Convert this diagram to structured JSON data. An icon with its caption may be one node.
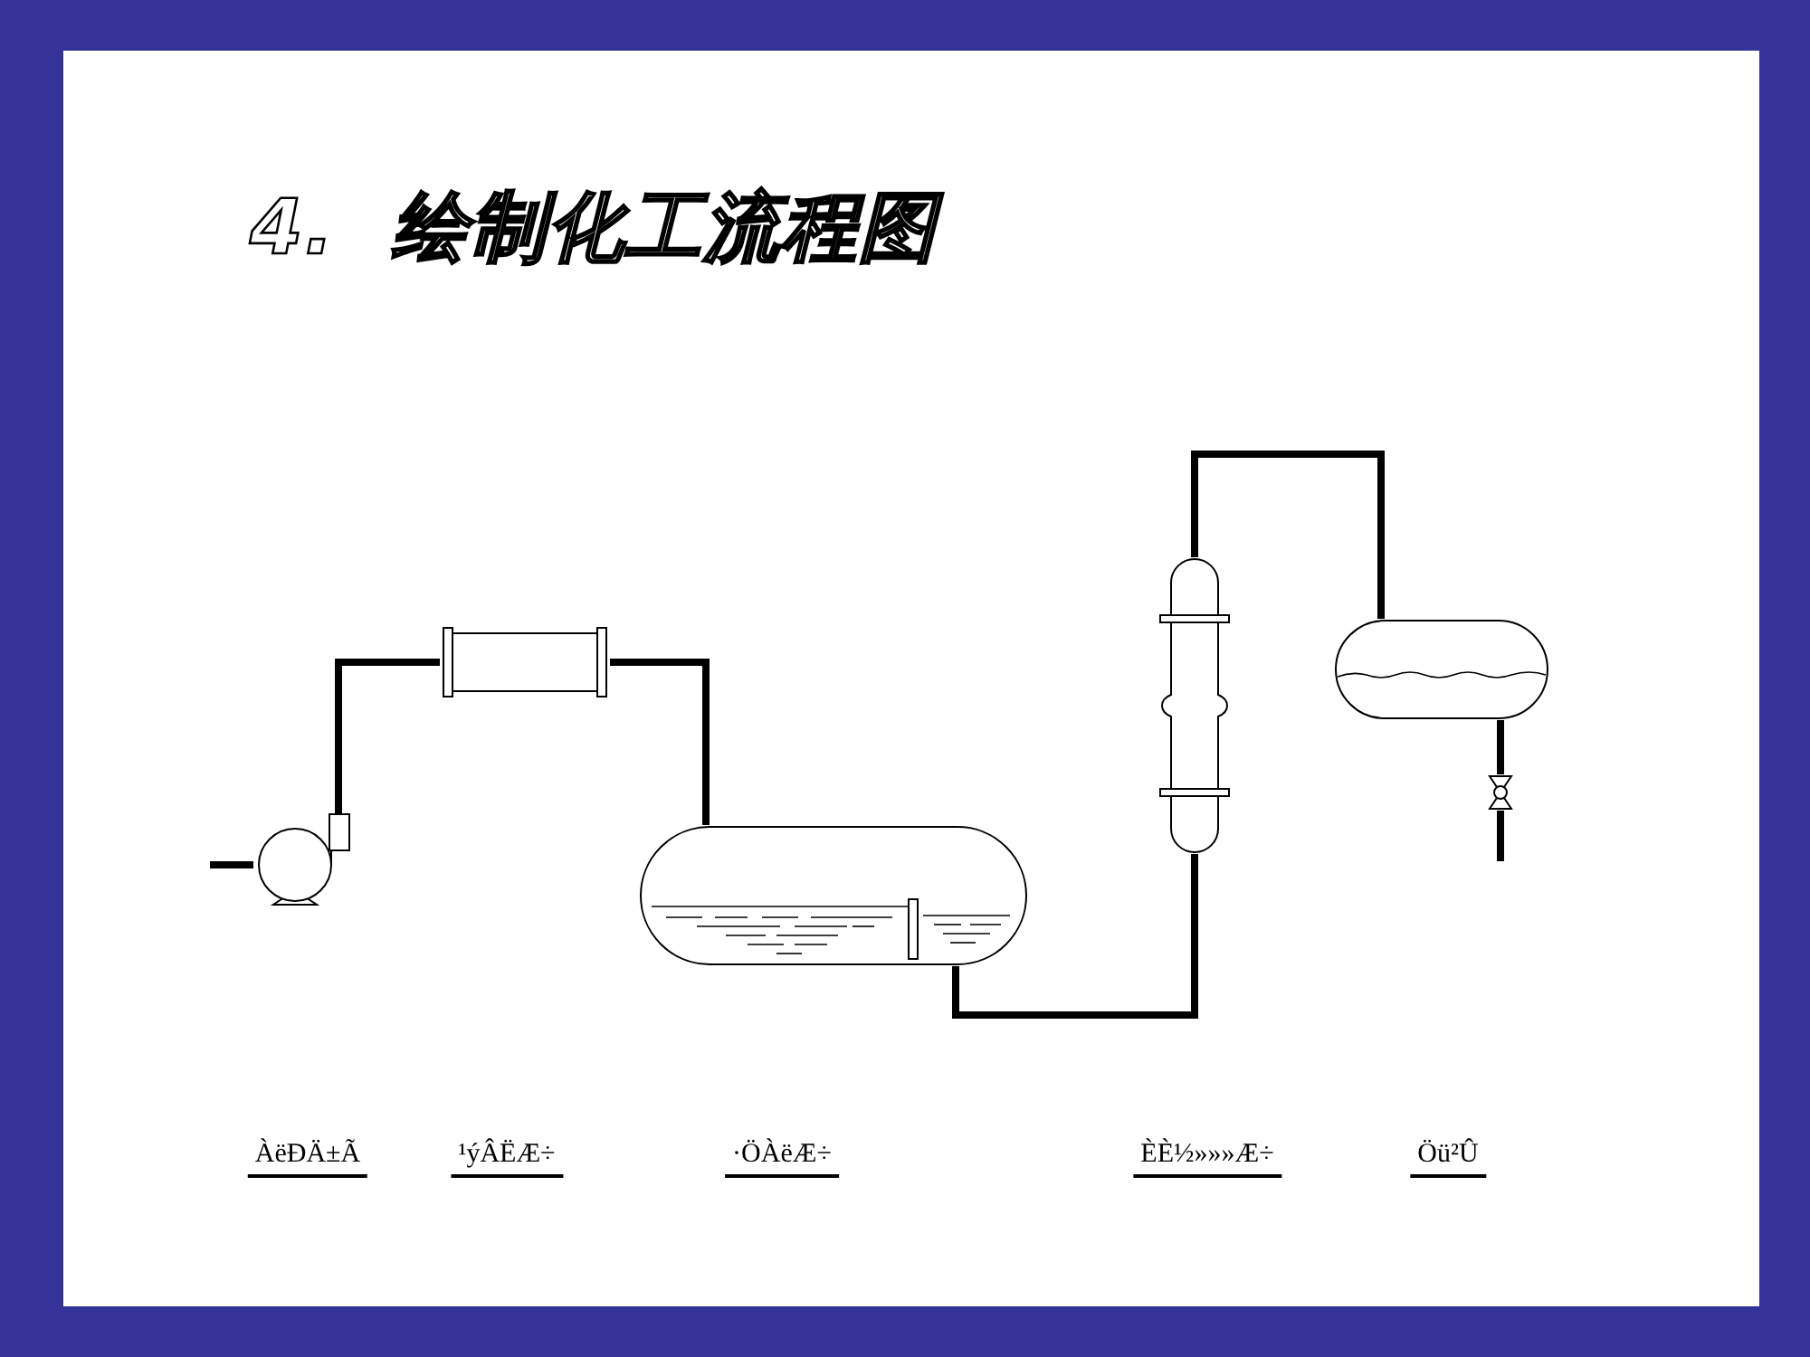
{
  "diagram": {
    "title": "4.  绘制化工流程图",
    "nodes": [
      {
        "text": [],
        "shape": "pump"
      },
      {
        "text": [],
        "shape": "cylinder"
      },
      {
        "text": [],
        "shape": "tank"
      },
      {
        "text": [],
        "shape": "column"
      },
      {
        "text": [],
        "shape": "drum"
      },
      {
        "text": [],
        "shape": "valve"
      }
    ],
    "edges": [
      {
        "from": null,
        "to": 0,
        "arrow": "none"
      },
      {
        "from": 0,
        "to": 1,
        "arrow": "none"
      },
      {
        "from": 1,
        "to": 2,
        "arrow": "none"
      },
      {
        "from": 2,
        "to": 3,
        "arrow": "none"
      },
      {
        "from": 3,
        "to": 4,
        "arrow": "none"
      },
      {
        "from": 4,
        "to": 5,
        "arrow": "none"
      },
      {
        "from": 5,
        "to": null,
        "arrow": "none"
      }
    ],
    "labels": [
      "ÀëÐÄ±Ã",
      "¹ýÂËÆ÷",
      "·ÖÀëÆ÷",
      "ÈÈ½»»»Æ÷",
      "Öü²Û"
    ]
  }
}
